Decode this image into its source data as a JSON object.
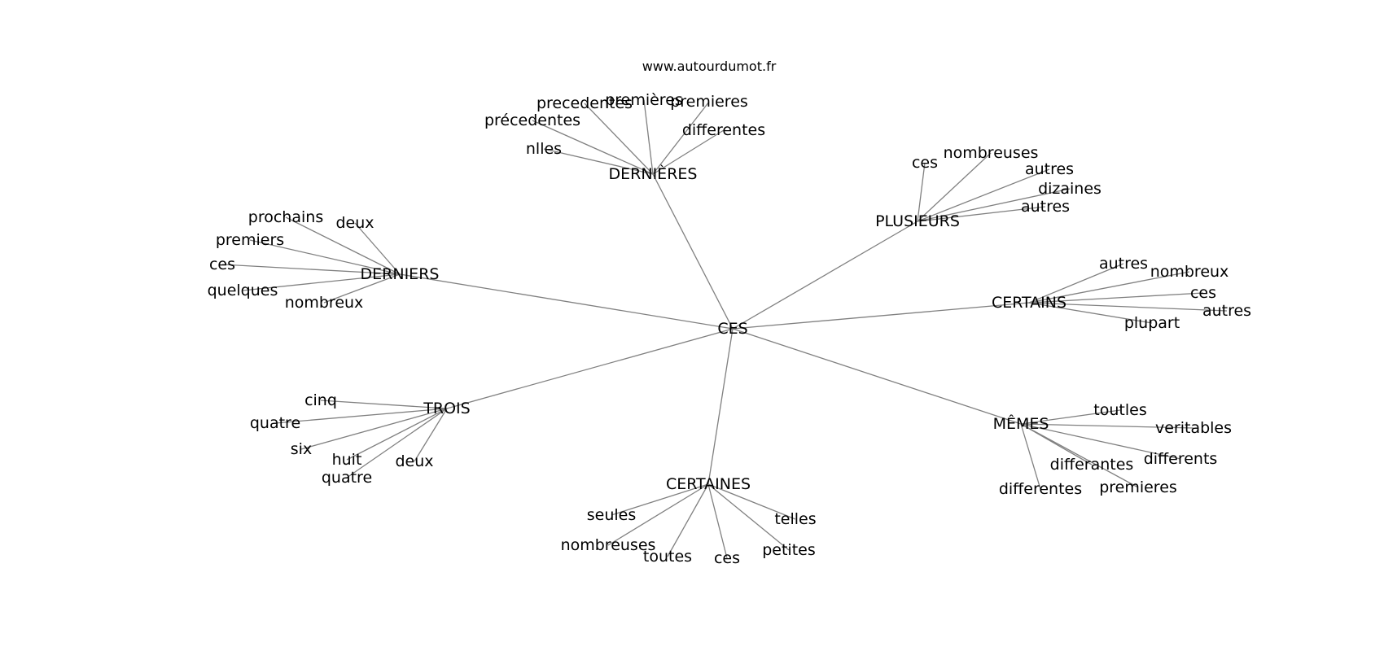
{
  "site": "www.autourdumot.fr",
  "graph": {
    "center": "CES",
    "hubs": [
      {
        "label": "DERNIÈRES",
        "leaves": [
          "precedentes",
          "premières",
          "premieres",
          "précedentes",
          "differentes",
          "nlles"
        ]
      },
      {
        "label": "PLUSIEURS",
        "leaves": [
          "ces",
          "nombreuses",
          "autres",
          "dizaines",
          "autres"
        ]
      },
      {
        "label": "DERNIERS",
        "leaves": [
          "prochains",
          "deux",
          "premiers",
          "ces",
          "quelques",
          "nombreux"
        ]
      },
      {
        "label": "CERTAINS",
        "leaves": [
          "autres",
          "nombreux",
          "ces",
          "autres",
          "plupart"
        ]
      },
      {
        "label": "TROIS",
        "leaves": [
          "cinq",
          "quatre",
          "six",
          "huit",
          "deux",
          "quatre"
        ]
      },
      {
        "label": "MÊMES",
        "leaves": [
          "toutles",
          "veritables",
          "differents",
          "differantes",
          "premieres",
          "differentes"
        ]
      },
      {
        "label": "CERTAINES",
        "leaves": [
          "seules",
          "telles",
          "nombreuses",
          "toutes",
          "ces",
          "petites"
        ]
      }
    ]
  }
}
